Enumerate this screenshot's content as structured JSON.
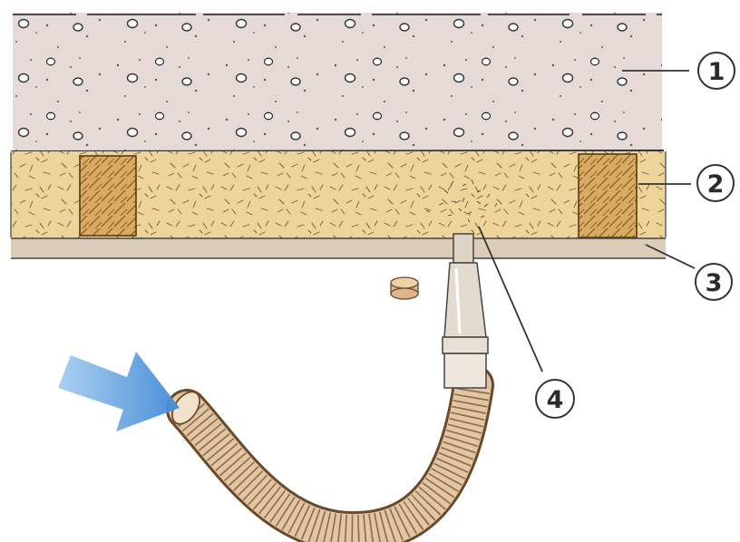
{
  "callouts": [
    {
      "label": "1",
      "part": "concrete-slab"
    },
    {
      "label": "2",
      "part": "insulation-layer-with-joists"
    },
    {
      "label": "3",
      "part": "ceiling-board"
    },
    {
      "label": "4",
      "part": "injection-nozzle"
    }
  ],
  "colors": {
    "concrete": "#e6dad6",
    "insulation": "#ecd49a",
    "joist": "#d8aa62",
    "ceiling_board": "#dccdb8",
    "hose": "#e2c6a4",
    "arrow": "#4f97d9",
    "outline": "#3a3a3a"
  }
}
